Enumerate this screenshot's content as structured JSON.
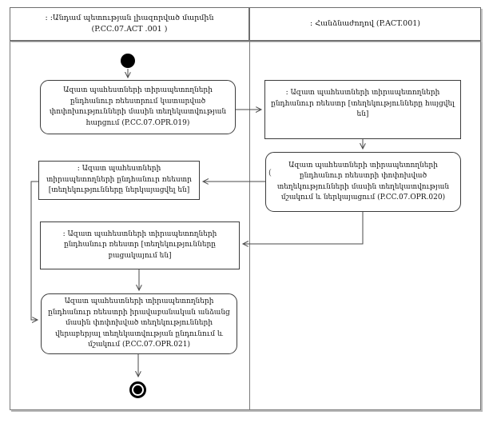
{
  "diagram_type": "uml-activity-swimlanes",
  "colors": {
    "background": "#ffffff",
    "lane_border": "#7a7a7a",
    "node_border": "#3c3c3c",
    "connector": "#4a4a4a",
    "node_fill": "#ffffff",
    "text": "#141414"
  },
  "header": {
    "left_lane": {
      "line1": ": :Անդամ պետության լիազորված մարմին",
      "line2": "(P.CC.07.ACT .001 )"
    },
    "right_lane": {
      "label": ": Հանձնաժողով (P.ACT.001)"
    }
  },
  "activities": {
    "opr019": {
      "label": "Ազատ պահեստների տիրապետողների ընդհանուր ռեեստրում կատարված փոփոխությունների մասին տեղեկատվության հարցում (P.CC.07.OPR.019)"
    },
    "state_requested": {
      "label": ": Ազատ պահեստների տիրապետողների ընդհանուր ռեեստր [տեղեկությունները հայցվել են]"
    },
    "opr020": {
      "label": "Ազատ պահեստների տիրապետողների ընդհանուր ռեեստրի փոփոխված տեղեկությունների մասին տեղեկատվության մշակում և ներկայացում (P.CC.07.OPR.020)"
    },
    "state_presented": {
      "label": ": Ազատ պահեստների տիրապետողների ընդհանուր ռեեստր [տեղեկությունները ներկայացվել են]"
    },
    "state_absent": {
      "label": ": Ազատ պահեստների տիրապետողների ընդհանուր ռեեստր [տեղեկությունները բացակայում են]"
    },
    "opr021": {
      "label": "Ազատ պահեստների տիրապետողների ընդհանուր ռեեստրի իրավաբանական անձանց մասին փոփոխված տեղեկությունների վերաբերյալ տեղեկատվության ընդունում և մշակում (P.CC.07.OPR.021)"
    }
  },
  "artifacts": {
    "stray_paren": "("
  }
}
